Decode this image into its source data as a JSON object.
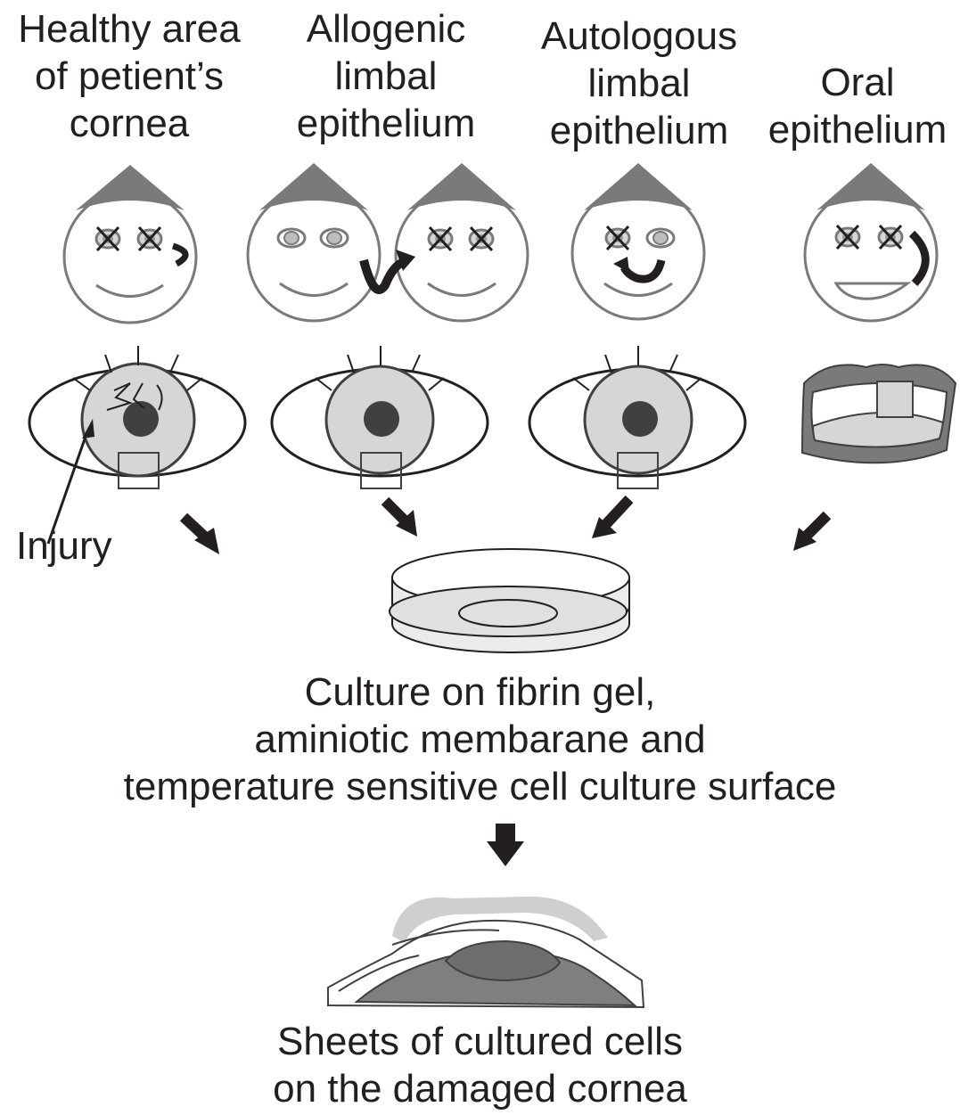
{
  "sources": [
    {
      "label": [
        "Healthy area",
        "of petient’s",
        "cornea"
      ]
    },
    {
      "label": [
        "Allogenic",
        "limbal",
        "epithelium"
      ]
    },
    {
      "label": [
        "Autologous",
        "limbal",
        "epithelium"
      ]
    },
    {
      "label": [
        "Oral",
        "epithelium"
      ]
    }
  ],
  "injury_label": "Injury",
  "culture_caption": [
    "Culture on fibrin gel,",
    "aminiotic membarane and",
    "temperature sensitive cell culture surface"
  ],
  "result_caption": [
    "Sheets of cultured cells",
    "on the damaged cornea"
  ],
  "colors": {
    "gray_dark": "#7a7a7a",
    "gray_light": "#d6d6d6",
    "ink": "#231f20",
    "pupil": "#404040"
  }
}
